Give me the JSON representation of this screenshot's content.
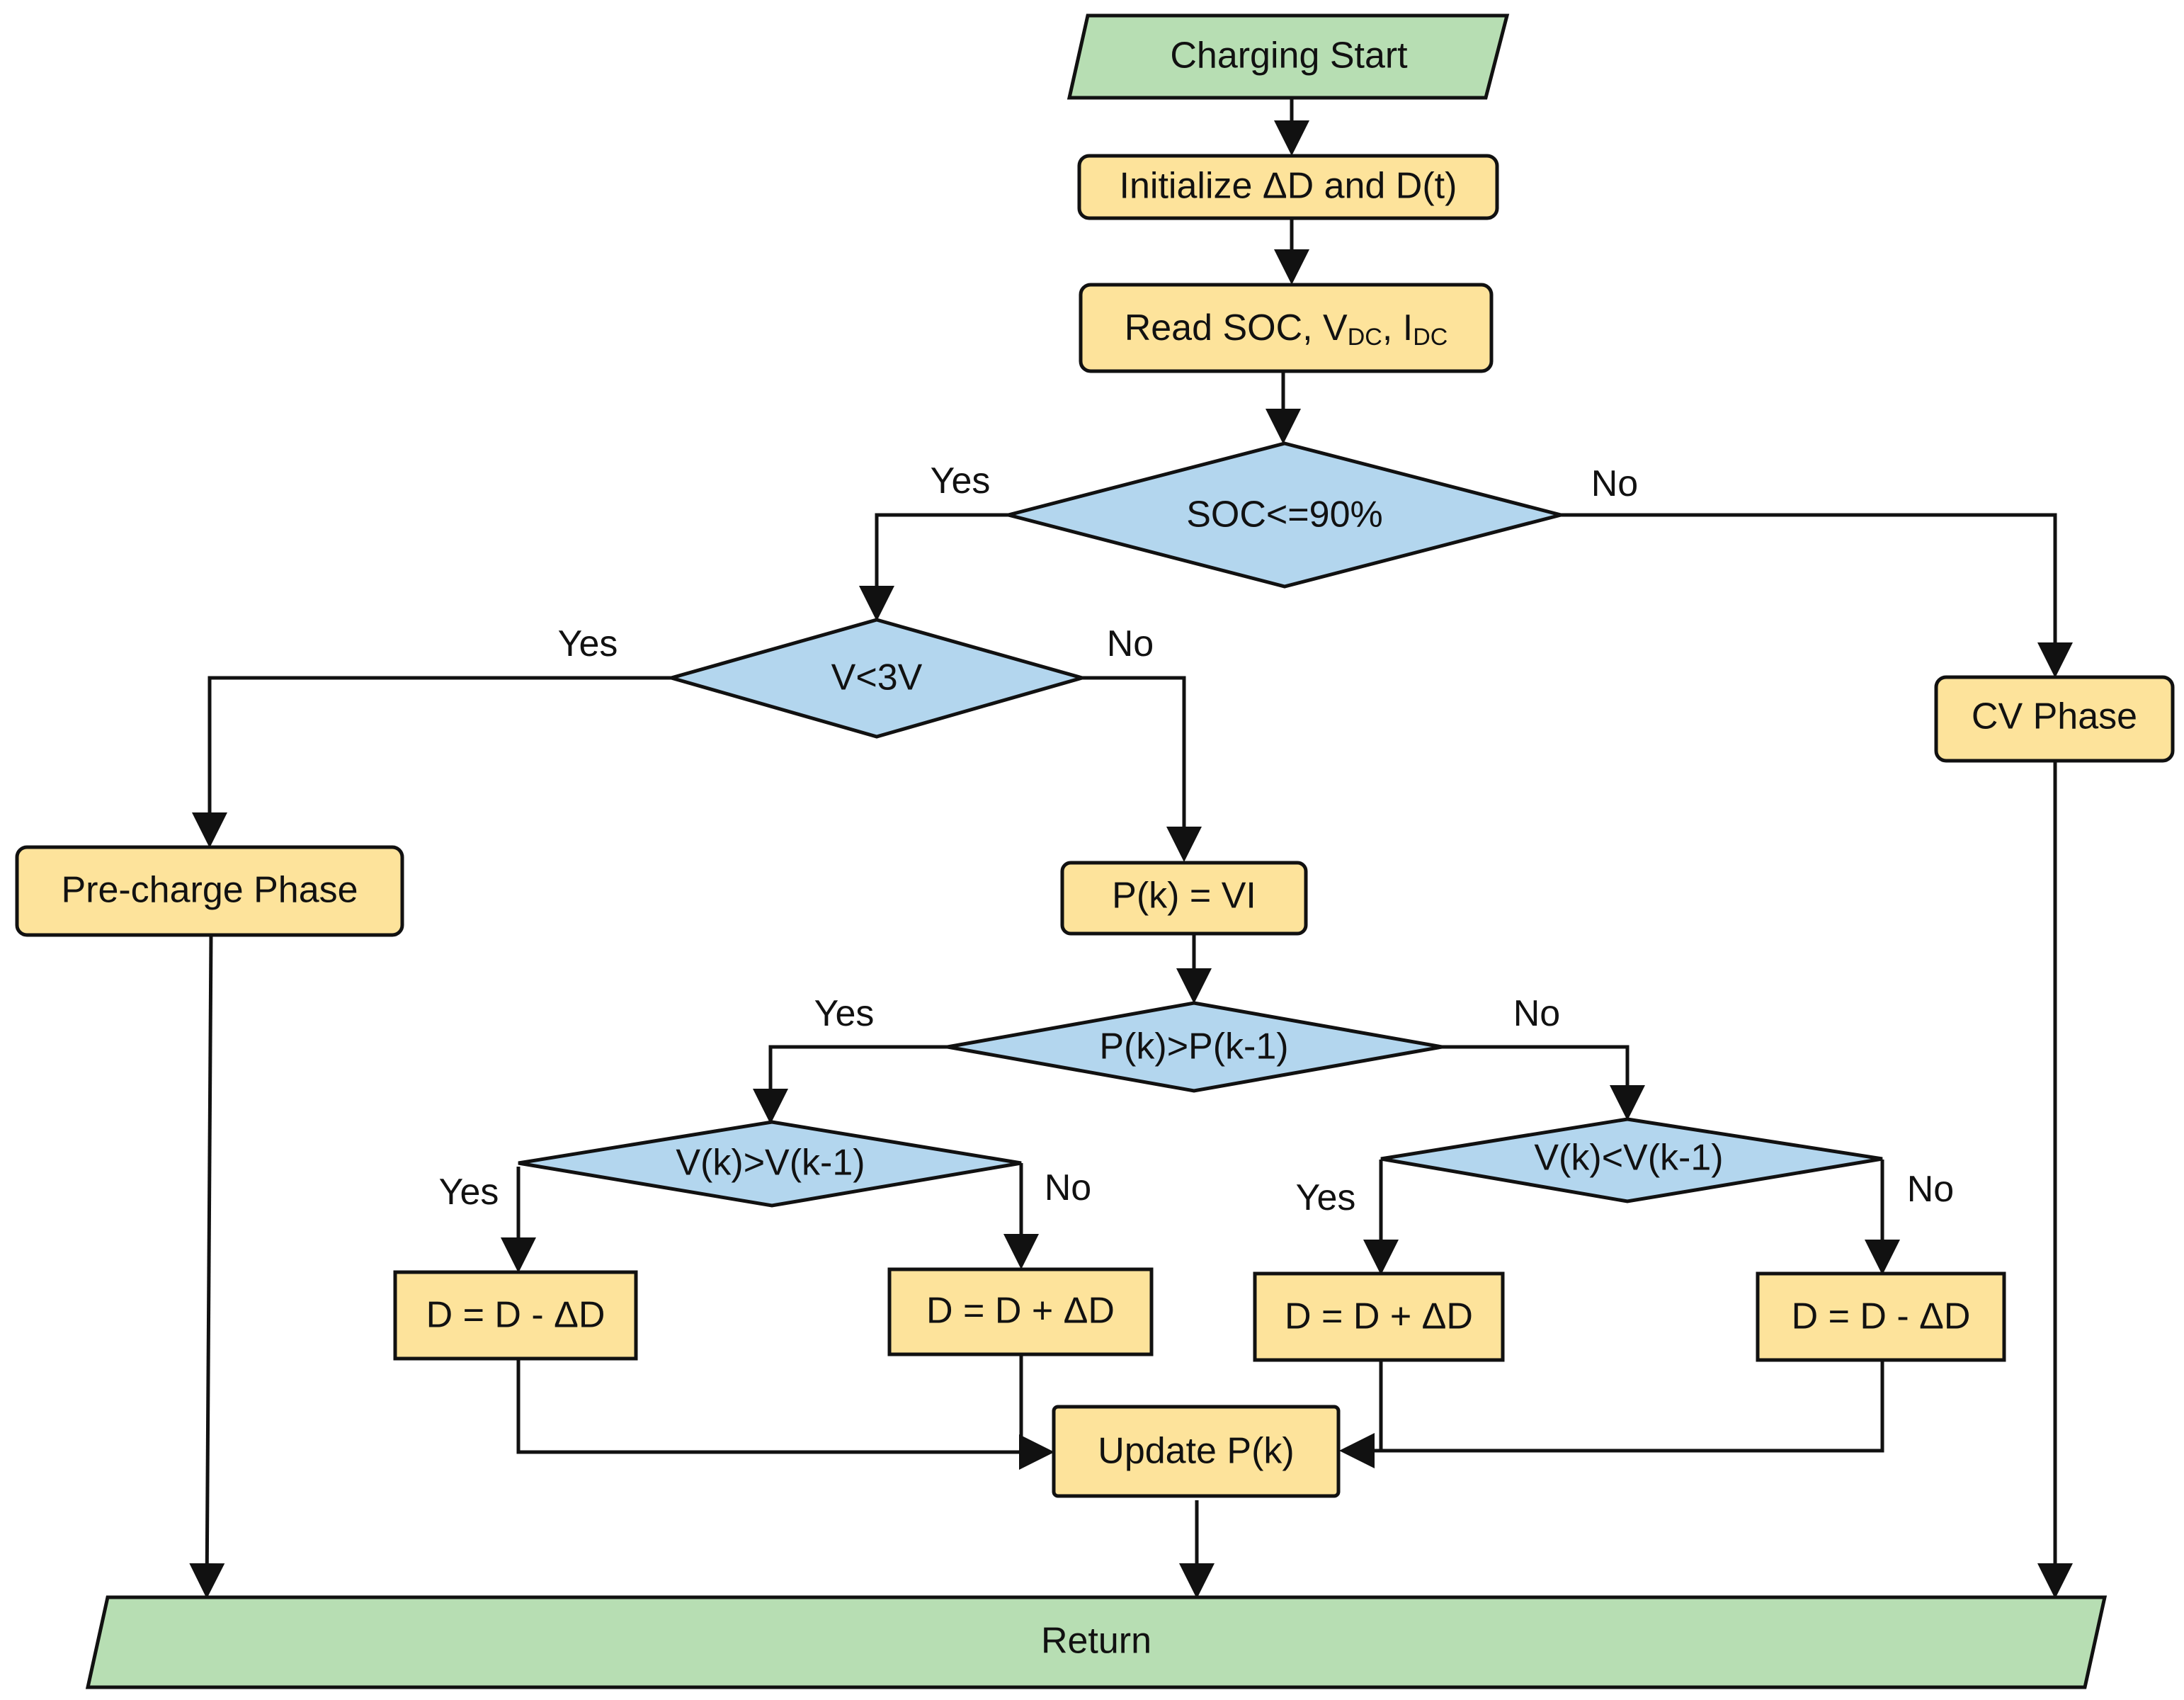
{
  "colors": {
    "terminal_fill": "#b7deb3",
    "process_fill": "#fde39b",
    "decision_fill": "#b3d6ee",
    "line": "#111111"
  },
  "nodes": {
    "charging_start": "Charging Start",
    "initialize": "Initialize  ΔD and D(t)",
    "read": {
      "prefix": "Read SOC, V",
      "sub1": "DC",
      "mid": ", I",
      "sub2": "DC"
    },
    "soc_check": "SOC<=90%",
    "v_check": "V<3V",
    "cv_phase": "CV Phase",
    "precharge_phase": "Pre-charge Phase",
    "power_calc": "P(k) = VI",
    "p_compare": "P(k)>P(k-1)",
    "v_increase_check": "V(k)>V(k-1)",
    "v_decrease_check": "V(k)<V(k-1)",
    "d_decrease_1": "D = D - ΔD",
    "d_increase_1": "D = D + ΔD",
    "d_increase_2": "D = D + ΔD",
    "d_decrease_2": "D = D - ΔD",
    "update_power": "Update P(k)",
    "return": "Return"
  },
  "branches": {
    "soc_yes": "Yes",
    "soc_no": "No",
    "v_yes": "Yes",
    "v_no": "No",
    "p_yes": "Yes",
    "p_no": "No",
    "vinc_yes": "Yes",
    "vinc_no": "No",
    "vdec_yes": "Yes",
    "vdec_no": "No"
  }
}
